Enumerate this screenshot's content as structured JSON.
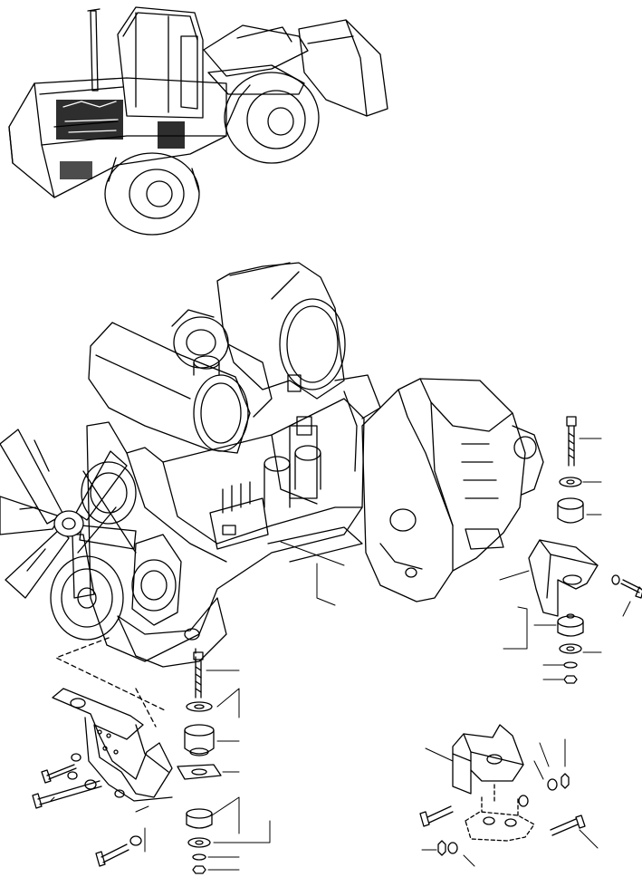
{
  "diagram": {
    "kind": "exploded parts illustration",
    "line_color": "#000000",
    "background_color": "#ffffff",
    "text": []
  },
  "parts": [
    {
      "id": "wheel-loader-overview",
      "icon": "wheel-loader"
    },
    {
      "id": "engine-transmission-assembly",
      "icon": "engine"
    },
    {
      "id": "cooling-fan",
      "icon": "fan"
    },
    {
      "id": "air-cleaner",
      "icon": "cylinder-canister"
    },
    {
      "id": "muffler",
      "icon": "cylinder-canister"
    },
    {
      "id": "transmission-housing",
      "icon": "gearbox"
    },
    {
      "id": "front-engine-mount-bracket",
      "icon": "bracket"
    },
    {
      "id": "rear-transmission-mount-bracket",
      "icon": "bracket"
    },
    {
      "id": "rear-detail-bracket",
      "icon": "bracket"
    },
    {
      "id": "rubber-cushion-mount",
      "icon": "rubber-mount"
    },
    {
      "id": "mount-bolt",
      "icon": "bolt"
    },
    {
      "id": "washer",
      "icon": "washer"
    },
    {
      "id": "nut",
      "icon": "nut"
    }
  ]
}
